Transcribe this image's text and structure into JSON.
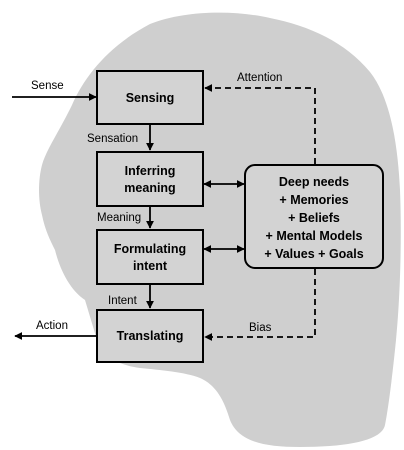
{
  "colors": {
    "head": "#cfcfcf",
    "box": "#d3d3d3",
    "stroke": "#000000",
    "background": "#ffffff"
  },
  "boxes": {
    "sensing": "Sensing",
    "inferring": [
      "Inferring",
      "meaning"
    ],
    "formulating": [
      "Formulating",
      "intent"
    ],
    "translating": "Translating"
  },
  "memory": [
    "Deep needs",
    "+ Memories",
    "+ Beliefs",
    "+ Mental Models",
    "+ Values + Goals"
  ],
  "labels": {
    "sense": "Sense",
    "sensation": "Sensation",
    "meaning": "Meaning",
    "intent": "Intent",
    "action": "Action",
    "attention": "Attention",
    "bias": "Bias"
  }
}
